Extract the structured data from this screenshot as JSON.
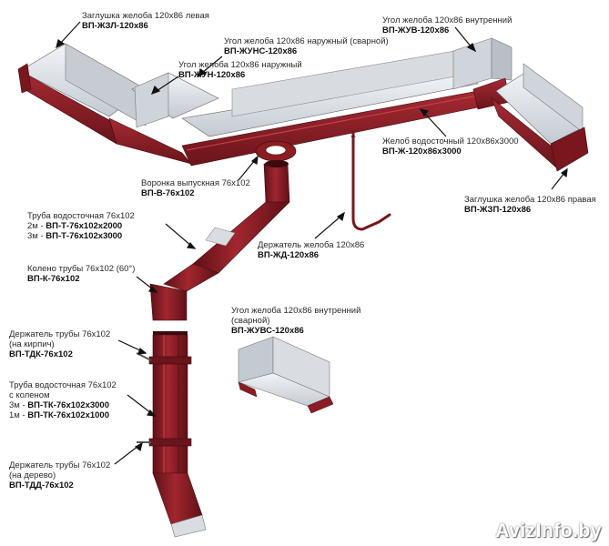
{
  "labels": {
    "cap_left": {
      "name": "Заглушка желоба 120x86 левая",
      "code": "ВП-ЖЗЛ-120x86"
    },
    "outer_welded": {
      "name": "Угол желоба 120x86 наружный (сварной)",
      "code": "ВП-ЖУНС-120x86"
    },
    "outer": {
      "name": "Угол желоба 120x86 наружный",
      "code": "ВП-ЖУН-120x86"
    },
    "inner": {
      "name": "Угол желоба 120x86 внутренний",
      "code": "ВП-ЖУВ-120x86"
    },
    "gutter": {
      "name": "Желоб водосточный 120x86x3000",
      "code": "ВП-Ж-120x86x3000"
    },
    "cap_right": {
      "name": "Заглушка желоба 120x86 правая",
      "code": "ВП-ЖЗП-120x86"
    },
    "funnel": {
      "name": "Воронка выпускная 76x102",
      "code": "ВП-В-76x102"
    },
    "pipe": {
      "name": "Труба водосточная 76x102",
      "rows": [
        {
          "prefix": "2м - ",
          "code": "ВП-Т-76x102x2000"
        },
        {
          "prefix": "3м - ",
          "code": "ВП-Т-76x102x3000"
        }
      ]
    },
    "holder_gutter": {
      "name": "Держатель желоба 120x86",
      "code": "ВП-ЖД-120x86"
    },
    "elbow": {
      "name": "Колено трубы 76x102 (60°)",
      "code": "ВП-К-76x102"
    },
    "inner_welded": {
      "name": "Угол желоба 120x86 внутренний",
      "name2": "(сварной)",
      "code": "ВП-ЖУВС-120x86"
    },
    "holder_brick": {
      "name": "Держатель трубы 76x102",
      "name2": "(на кирпич)",
      "code": "ВП-ТДК-76x102"
    },
    "pipe_knee": {
      "name": "Труба водосточная 76x102",
      "name2": "с коленом",
      "rows": [
        {
          "prefix": "3м - ",
          "code": "ВП-ТК-76x102x3000"
        },
        {
          "prefix": "1м - ",
          "code": "ВП-ТК-76x102x1000"
        }
      ]
    },
    "holder_wood": {
      "name": "Держатель трубы 76x102",
      "name2": "(на дерево)",
      "code": "ВП-ТДД-76x102"
    }
  },
  "watermark": "AvizInfo.by",
  "colors": {
    "metal": "#8b1c24",
    "metal_dark": "#5e1016",
    "metal_light": "#b03038",
    "inside": "#dfe3e8",
    "inside_dark": "#b9bfc7"
  }
}
